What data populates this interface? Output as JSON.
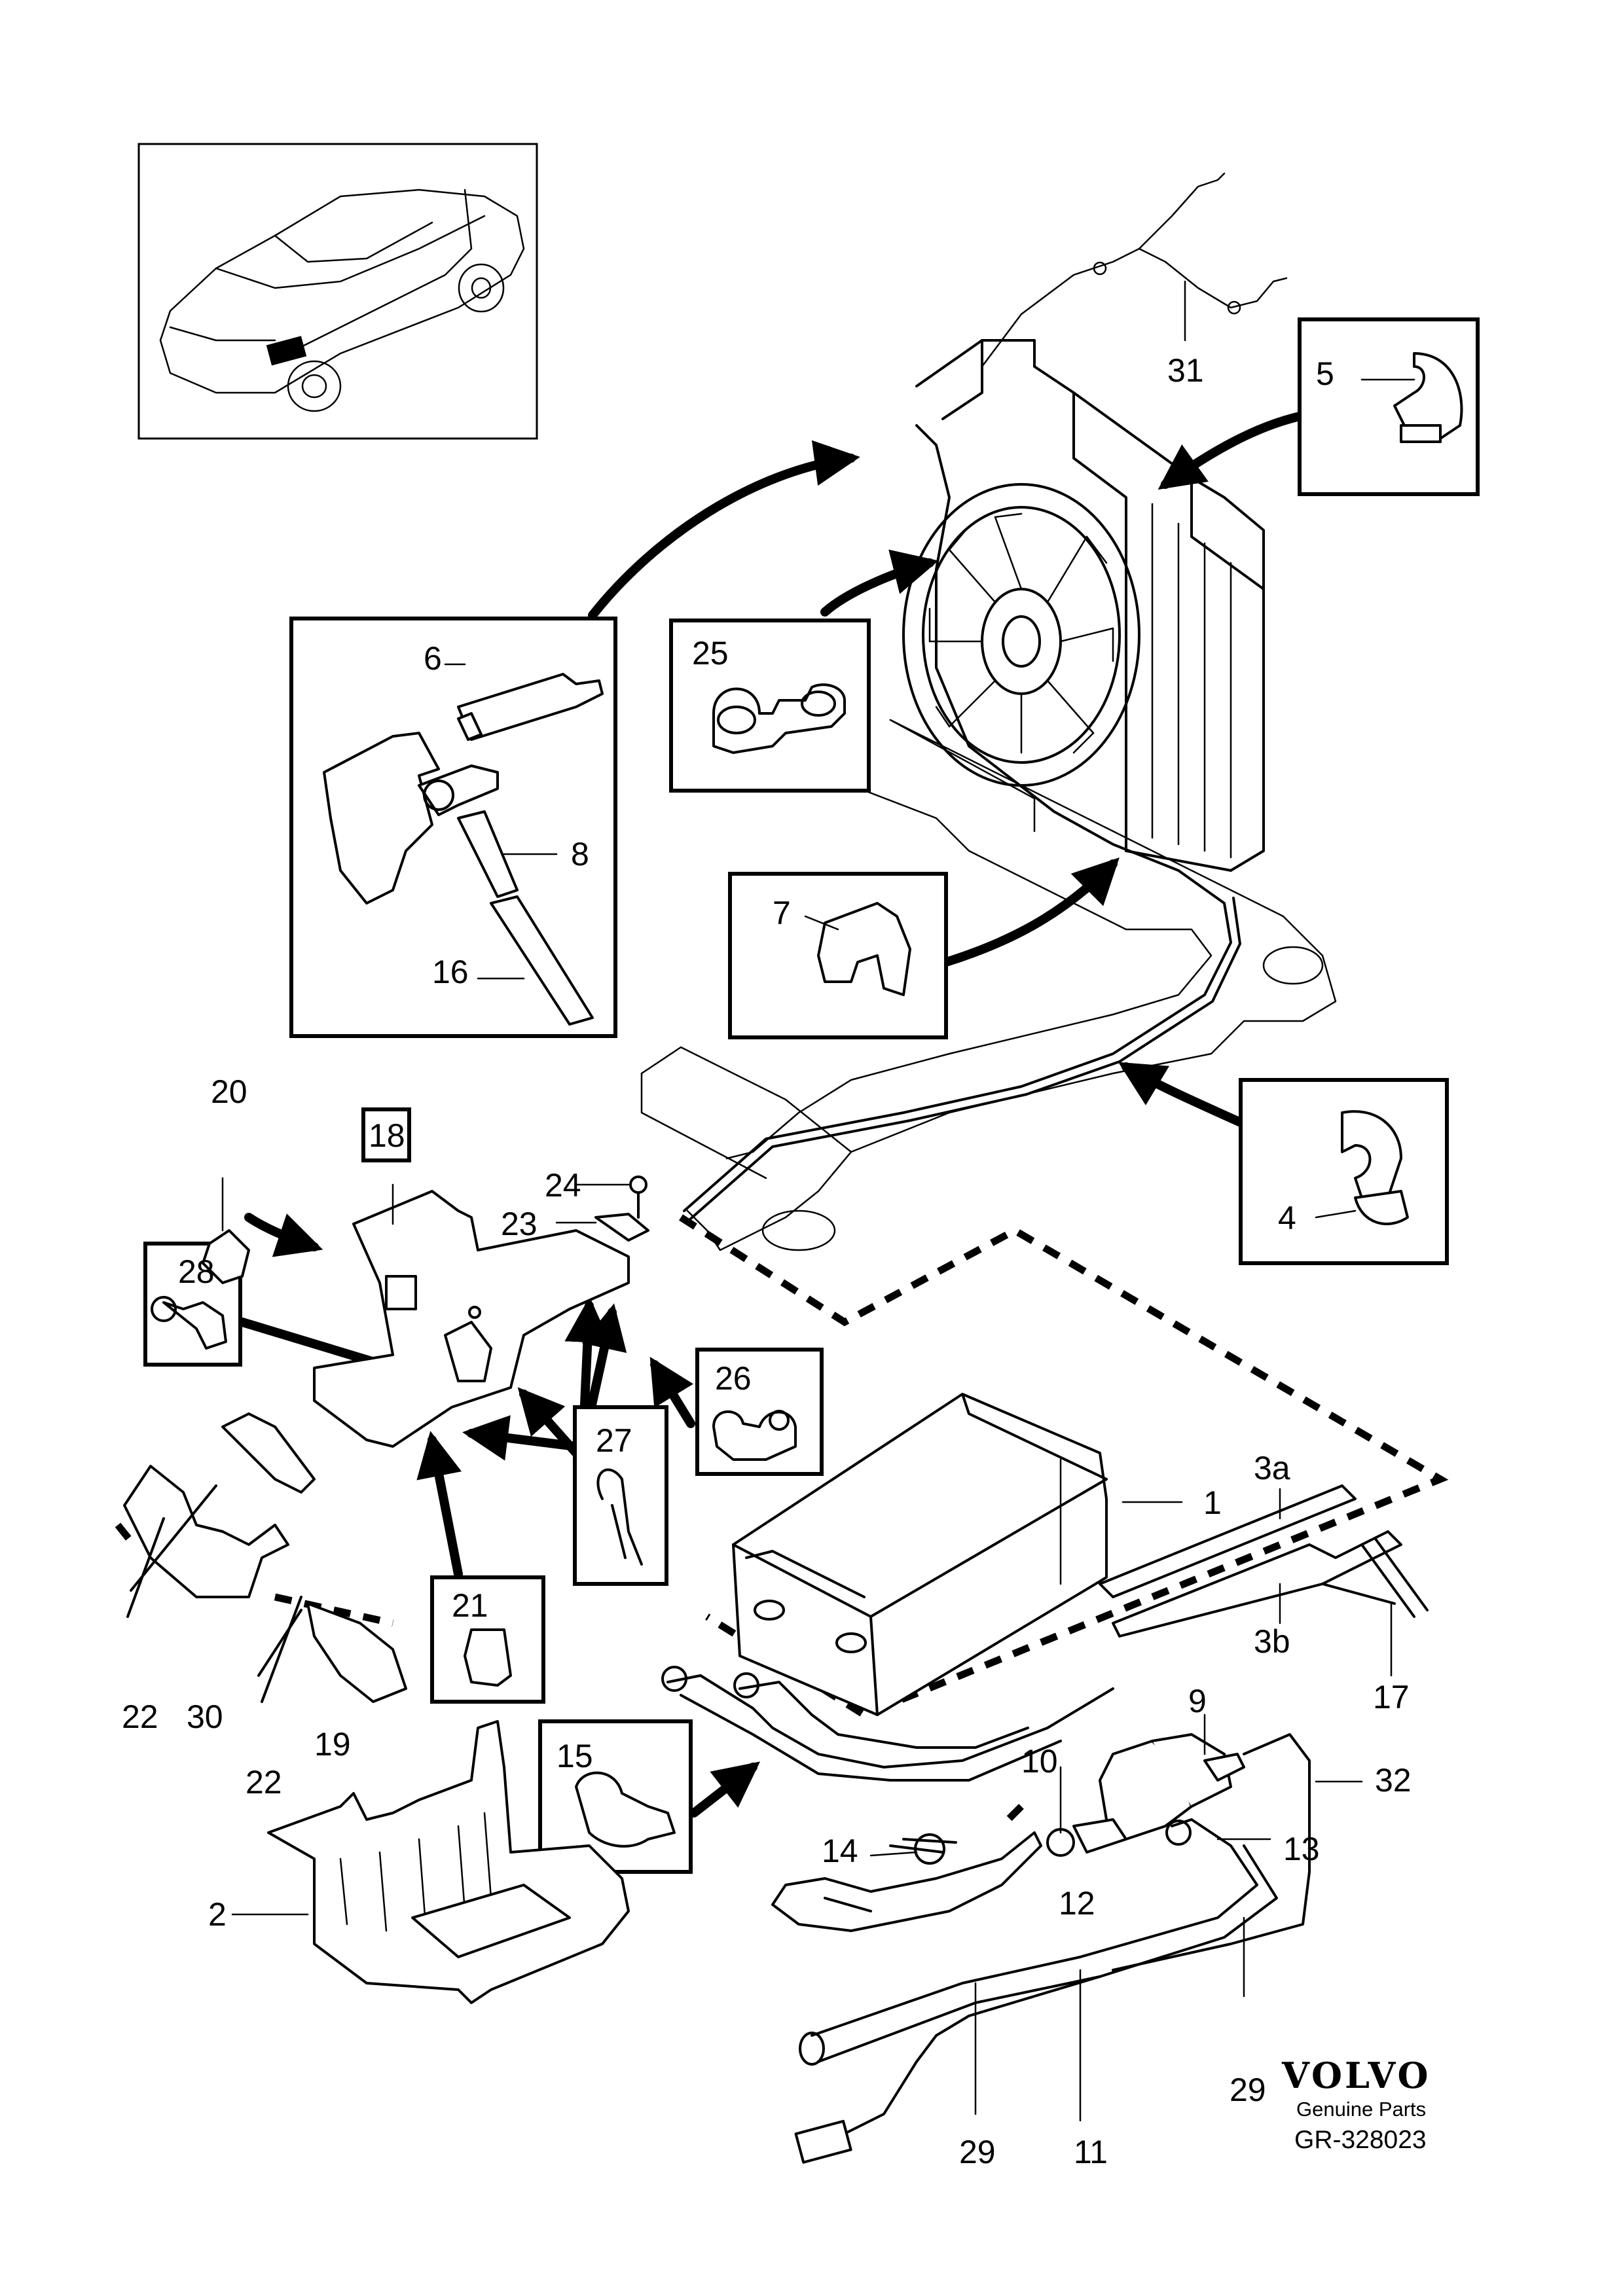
{
  "callouts": {
    "p1": "1",
    "p2": "2",
    "p3a": "3a",
    "p3b": "3b",
    "p4": "4",
    "p5": "5",
    "p6": "6",
    "p7": "7",
    "p8": "8",
    "p9": "9",
    "p10": "10",
    "p11": "11",
    "p12": "12",
    "p13": "13",
    "p14": "14",
    "p15": "15",
    "p16": "16",
    "p17": "17",
    "p18": "18",
    "p19": "19",
    "p20": "20",
    "p21": "21",
    "p22": "22",
    "p23": "23",
    "p24": "24",
    "p25": "25",
    "p26": "26",
    "p27": "27",
    "p28": "28",
    "p29": "29",
    "p30": "30",
    "p31": "31",
    "p32": "32"
  },
  "brand": {
    "logo": "VOLVO",
    "subtitle": "Genuine Parts",
    "code": "GR-328023"
  }
}
